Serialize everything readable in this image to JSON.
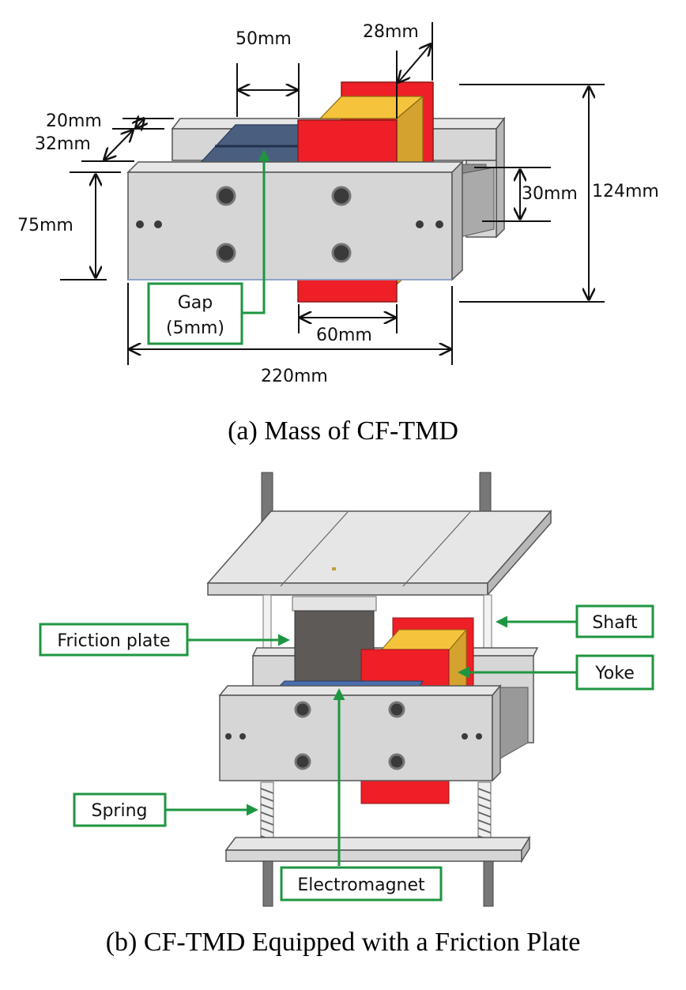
{
  "figure_a": {
    "caption": "(a) Mass of CF-TMD",
    "dimensions": {
      "top_width": "50mm",
      "depth": "28mm",
      "upper_thickness": "20mm",
      "middle_thickness": "32mm",
      "front_height": "75mm",
      "slot_height": "30mm",
      "total_height": "124mm",
      "magnet_width": "60mm",
      "total_width": "220mm"
    },
    "callouts": {
      "gap_line1": "Gap",
      "gap_line2": "(5mm)"
    }
  },
  "figure_b": {
    "caption": "(b) CF-TMD Equipped with a Friction Plate",
    "callouts": {
      "friction_plate": "Friction plate",
      "shaft": "Shaft",
      "yoke": "Yoke",
      "spring": "Spring",
      "electromagnet": "Electromagnet"
    }
  },
  "colors": {
    "callout_green": "#1e9641",
    "magnet_red": "#ee1f26",
    "yoke_yellow": "#f5c43c",
    "gap_blue": "#4a5f80",
    "steel_gray": "#d6d6d6",
    "friction_dark": "#5e5a58"
  }
}
